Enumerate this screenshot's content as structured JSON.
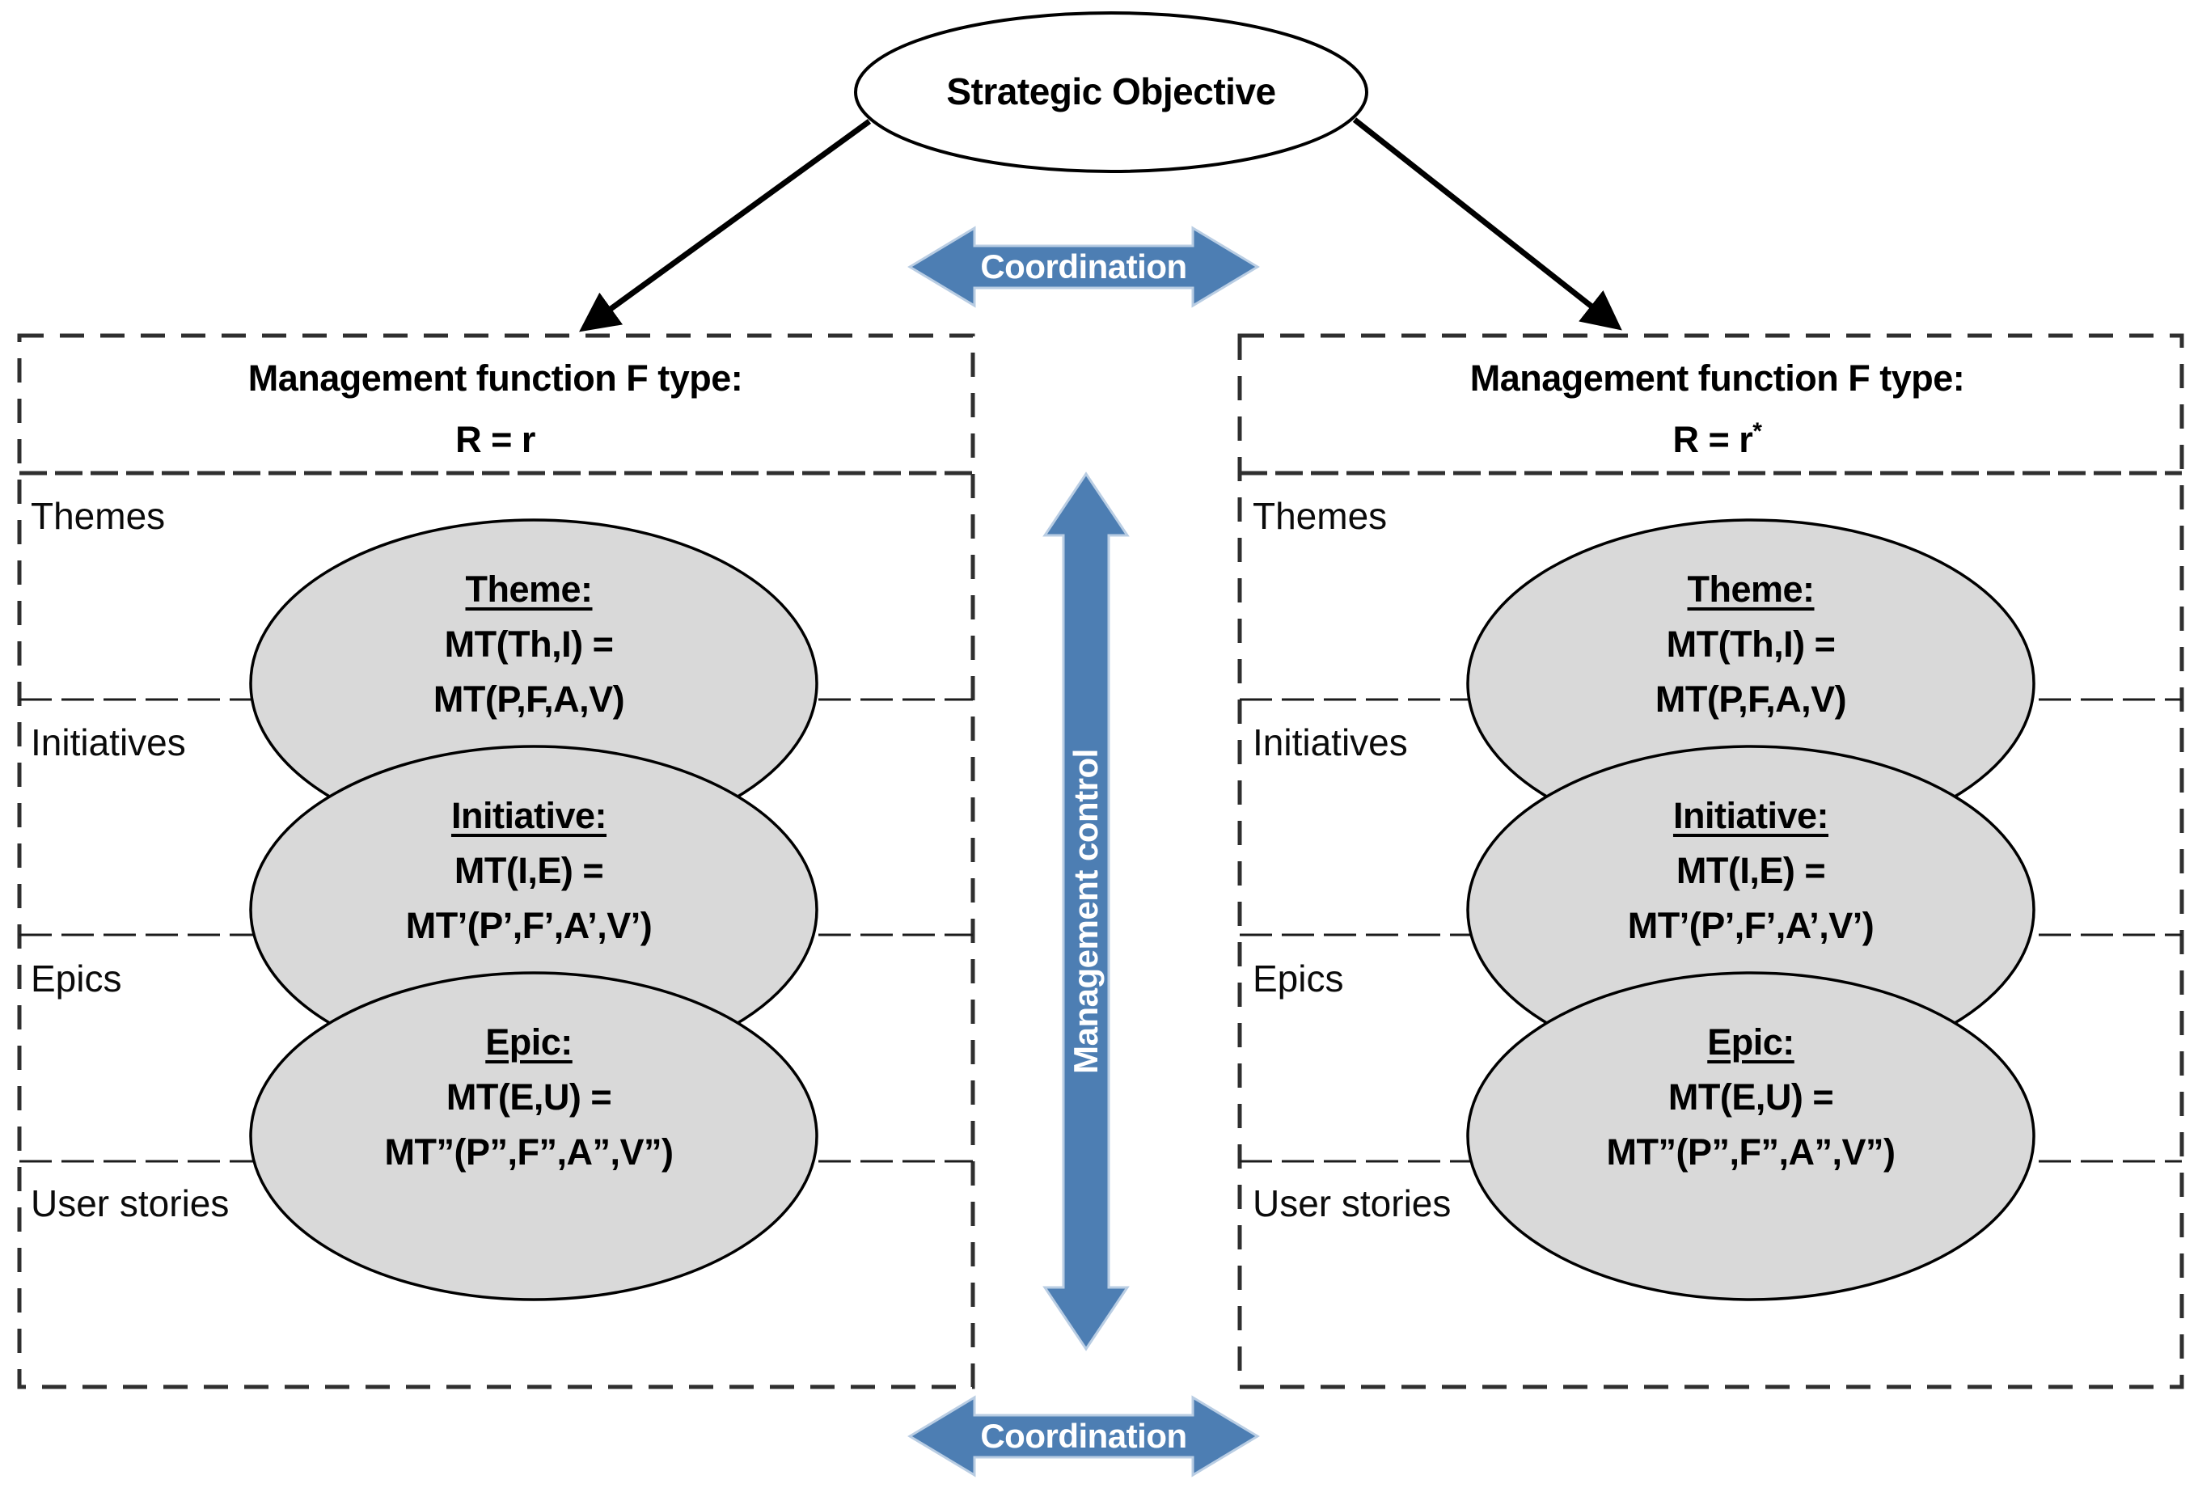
{
  "strategic_objective": {
    "label": "Strategic Objective"
  },
  "arrows": {
    "coordination_top": "Coordination",
    "coordination_bottom": "Coordination",
    "management_control": "Management control"
  },
  "panels": [
    {
      "header_line1": "Management function F type:",
      "header_formula": "R = r",
      "header_sup": "",
      "rows": [
        "Themes",
        "Initiatives",
        "Epics",
        "User stories"
      ],
      "ellipses": [
        {
          "title": "Theme:",
          "formula1": "MT(Th,I) =",
          "formula2": "MT(P,F,A,V)"
        },
        {
          "title": "Initiative:",
          "formula1": "MT(I,E) =",
          "formula2": "MT’(P’,F’,A’,V’)"
        },
        {
          "title": "Epic:",
          "formula1": "MT(E,U) =",
          "formula2": "MT”(P”,F”,A”,V”)"
        }
      ]
    },
    {
      "header_line1": "Management function F type:",
      "header_formula": "R = r",
      "header_sup": "*",
      "rows": [
        "Themes",
        "Initiatives",
        "Epics",
        "User stories"
      ],
      "ellipses": [
        {
          "title": "Theme:",
          "formula1": "MT(Th,I) =",
          "formula2": "MT(P,F,A,V)"
        },
        {
          "title": "Initiative:",
          "formula1": "MT(I,E) =",
          "formula2": "MT’(P’,F’,A’,V’)"
        },
        {
          "title": "Epic:",
          "formula1": "MT(E,U) =",
          "formula2": "MT”(P”,F”,A”,V”)"
        }
      ]
    }
  ],
  "colors": {
    "arrow_blue": "#4d7eb3",
    "arrow_blue_edge": "#b9cde3",
    "ellipse_fill": "#d9d9d9"
  }
}
